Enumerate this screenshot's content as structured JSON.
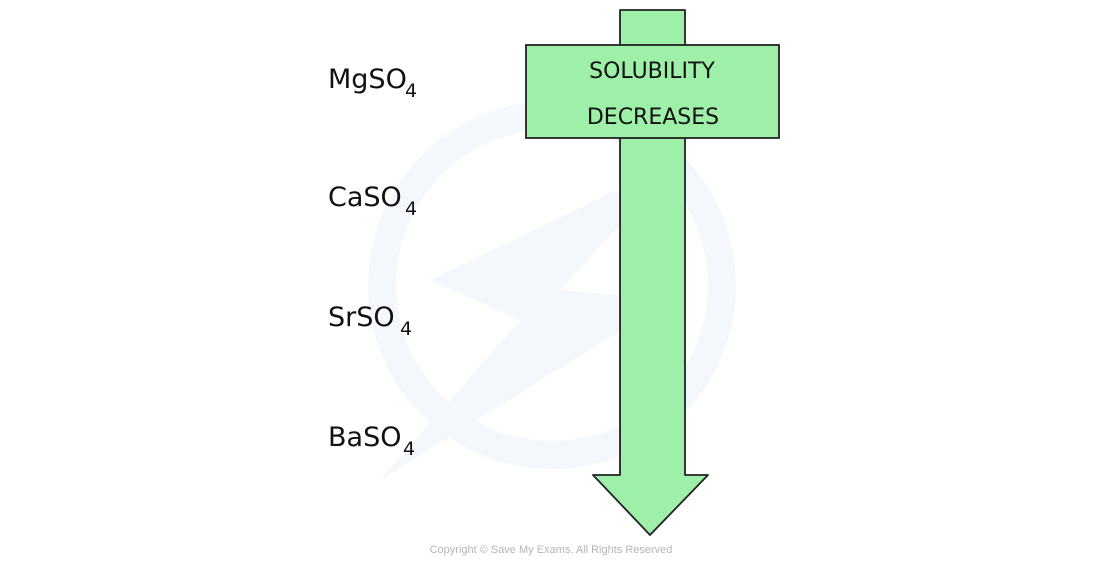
{
  "compounds": [
    {
      "formula": "MgSO",
      "subscript": "4"
    },
    {
      "formula": "CaSO",
      "subscript": "4"
    },
    {
      "formula": "SrSO",
      "subscript": "4"
    },
    {
      "formula": "BaSO",
      "subscript": "4"
    }
  ],
  "arrow_label": {
    "line1": "SOLUBILITY",
    "line2": "DECREASES"
  },
  "copyright": "Copyright © Save My Exams. All Rights Reserved",
  "colors": {
    "arrow_fill": "#9ef0a8",
    "stroke": "#222222"
  }
}
